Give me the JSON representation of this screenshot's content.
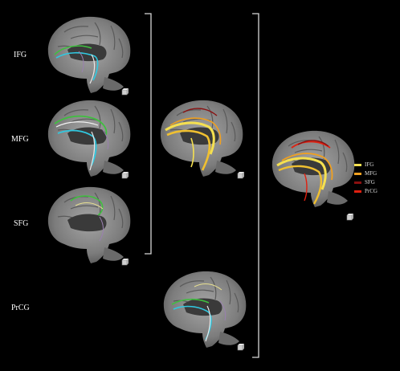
{
  "figure": {
    "row_labels": [
      "IFG",
      "MFG",
      "SFG",
      "PrCG"
    ],
    "legend": [
      {
        "label": "IFG",
        "color": "#f5e050"
      },
      {
        "label": "MFG",
        "color": "#f0a020"
      },
      {
        "label": "SFG",
        "color": "#8a1010"
      },
      {
        "label": "PrCG",
        "color": "#e02010"
      }
    ],
    "colors": {
      "background": "#000000",
      "brain_gray": "#8a8a8a",
      "tract_green": "#3fbf3f",
      "tract_cyan": "#30c8e0",
      "tract_white": "#e8e8e8",
      "bracket": "#d8d8d8"
    }
  }
}
